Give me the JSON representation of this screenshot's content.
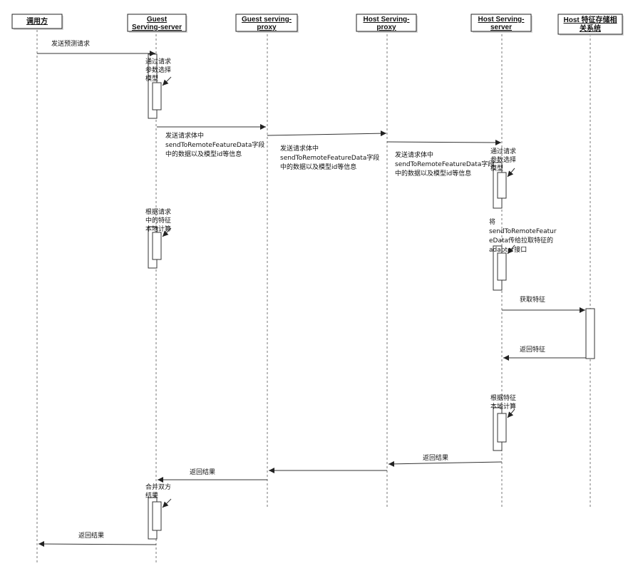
{
  "participants": [
    {
      "lines": [
        "调用方"
      ]
    },
    {
      "lines": [
        "Guest",
        "Serving-server"
      ]
    },
    {
      "lines": [
        "Guest serving-",
        "proxy"
      ]
    },
    {
      "lines": [
        "Host Serving-",
        "proxy"
      ]
    },
    {
      "lines": [
        "Host Serving-",
        "server"
      ]
    },
    {
      "lines": [
        "Host 特征存储相",
        "关系统"
      ]
    }
  ],
  "messages": [
    {
      "id": "m1",
      "lines": [
        "发送预测请求"
      ]
    },
    {
      "id": "s1",
      "lines": [
        "通过请求",
        "参数选择",
        "模型"
      ]
    },
    {
      "id": "m2",
      "lines": [
        "发送请求体中",
        "sendToRemoteFeatureData字段",
        "中的数据以及模型id等信息"
      ]
    },
    {
      "id": "m3",
      "lines": [
        "发送请求体中",
        "sendToRemoteFeatureData字段",
        "中的数据以及模型id等信息"
      ]
    },
    {
      "id": "m4",
      "lines": [
        "发送请求体中",
        "sendToRemoteFeatureData字段",
        "中的数据以及模型id等信息"
      ]
    },
    {
      "id": "s2",
      "lines": [
        "通过请求",
        "参数选择",
        "模型"
      ]
    },
    {
      "id": "s3",
      "lines": [
        "根据请求",
        "中的特征",
        "本地计算"
      ]
    },
    {
      "id": "s4",
      "lines": [
        "将",
        "sendToRemoteFeatur",
        "eData传给拉取特征的",
        "adaptor接口"
      ]
    },
    {
      "id": "m5",
      "lines": [
        "获取特征"
      ]
    },
    {
      "id": "m6",
      "lines": [
        "返回特征"
      ]
    },
    {
      "id": "s5",
      "lines": [
        "根据特征",
        "本地计算"
      ]
    },
    {
      "id": "m7",
      "lines": [
        "返回结果"
      ]
    },
    {
      "id": "m8",
      "lines": [
        "返回结果"
      ]
    },
    {
      "id": "m9",
      "lines": [
        "返回结果"
      ]
    },
    {
      "id": "s6",
      "lines": [
        "合并双方",
        "结果"
      ]
    }
  ]
}
